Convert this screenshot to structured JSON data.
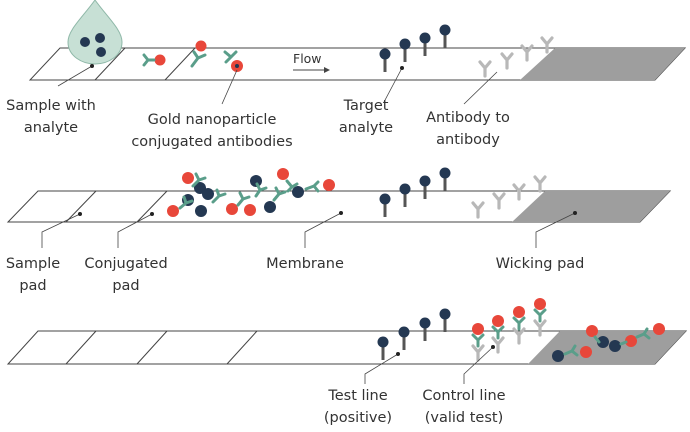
{
  "flow_label": "Flow",
  "panel1": {
    "sample_with_analyte": [
      "Sample with",
      "analyte"
    ],
    "gold_conjugate": [
      "Gold nanoparticle",
      "conjugated antibodies"
    ],
    "target_analyte": [
      "Target",
      "analyte"
    ],
    "antibody_to_antibody": [
      "Antibody to",
      "antibody"
    ]
  },
  "panel2": {
    "sample_pad": [
      "Sample",
      "pad"
    ],
    "conjugated_pad": [
      "Conjugated",
      "pad"
    ],
    "membrane": [
      "Membrane"
    ],
    "wicking_pad": [
      "Wicking pad"
    ]
  },
  "panel3": {
    "test_line": [
      "Test line",
      "(positive)"
    ],
    "control_line": [
      "Control line",
      "(valid test)"
    ]
  },
  "colors": {
    "strip_outline": "#444444",
    "wicking_pad": "#9e9e9e",
    "gold_particle": "#e8473a",
    "analyte": "#243852",
    "conjugate_antibody": "#5a9e8a",
    "control_antibody": "#b8b8b8",
    "test_line_stick": "#555555",
    "droplet": "#c7e0d5"
  }
}
